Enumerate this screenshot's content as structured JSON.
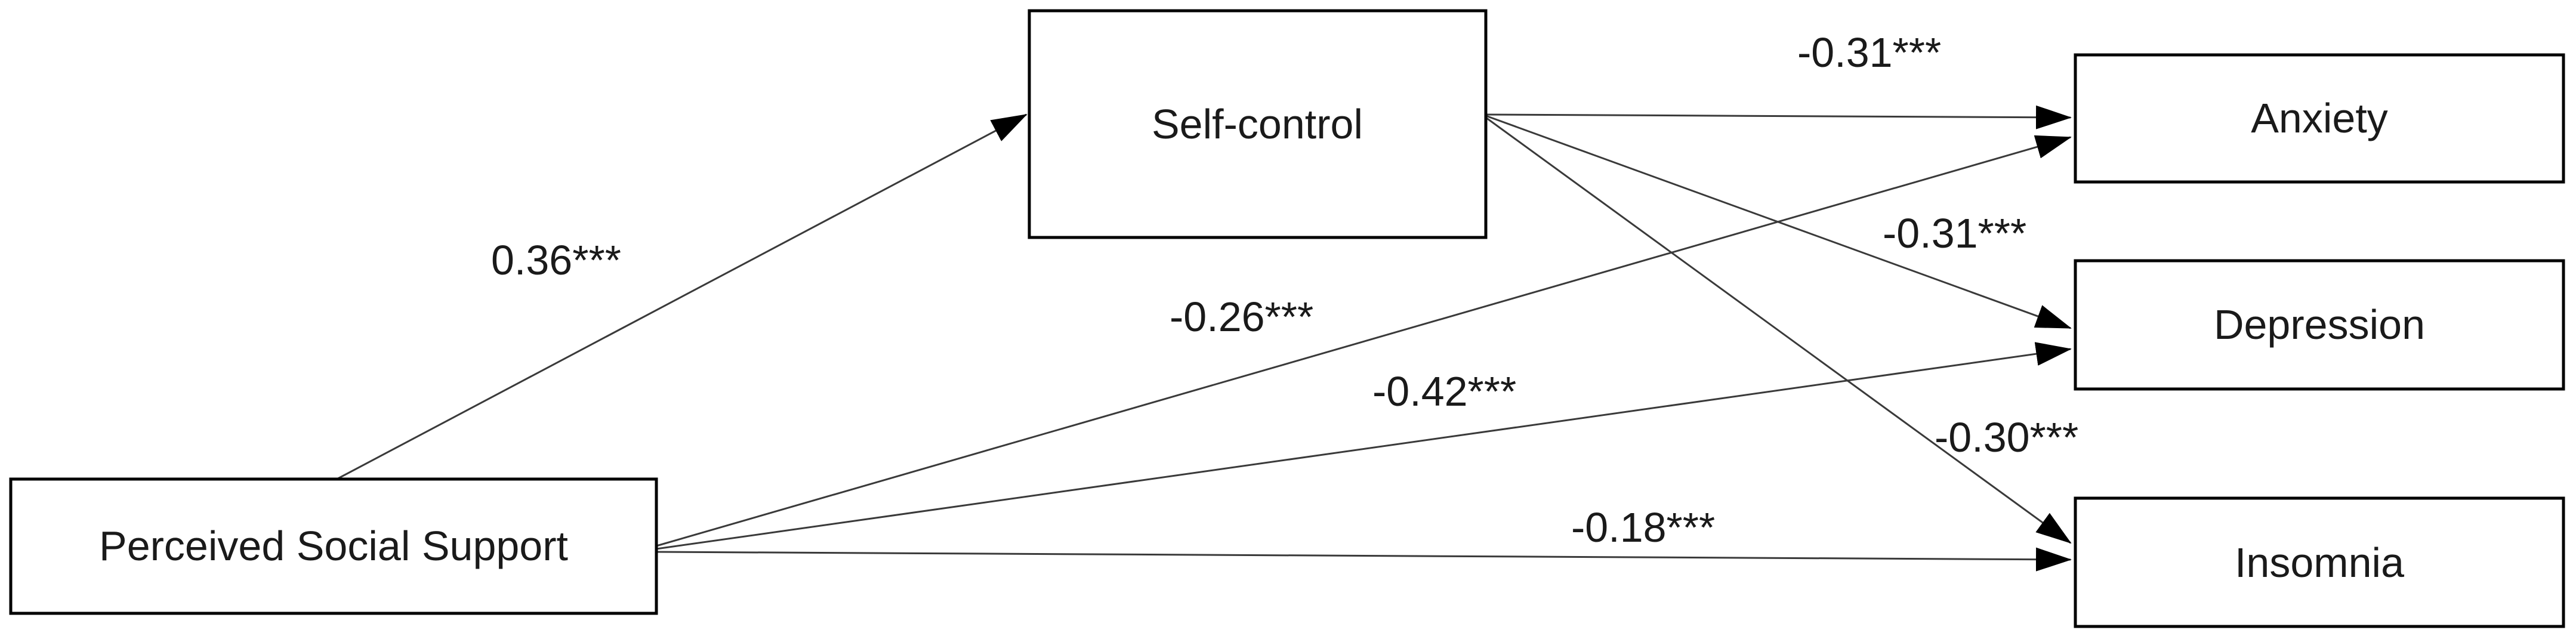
{
  "nodes": {
    "psp": {
      "label": "Perceived Social Support"
    },
    "sc": {
      "label": "Self-control"
    },
    "anx": {
      "label": "Anxiety"
    },
    "dep": {
      "label": "Depression"
    },
    "ins": {
      "label": "Insomnia"
    }
  },
  "edges": {
    "psp_sc": {
      "from": "Perceived Social Support",
      "to": "Self-control",
      "coefficient": "0.36***"
    },
    "sc_anx": {
      "from": "Self-control",
      "to": "Anxiety",
      "coefficient": "-0.31***"
    },
    "sc_dep": {
      "from": "Self-control",
      "to": "Depression",
      "coefficient": "-0.31***"
    },
    "sc_ins": {
      "from": "Self-control",
      "to": "Insomnia",
      "coefficient": "-0.30***"
    },
    "psp_anx": {
      "from": "Perceived Social Support",
      "to": "Anxiety",
      "coefficient": "-0.26***"
    },
    "psp_dep": {
      "from": "Perceived Social Support",
      "to": "Depression",
      "coefficient": "-0.42***"
    },
    "psp_ins": {
      "from": "Perceived Social Support",
      "to": "Insomnia",
      "coefficient": "-0.18***"
    }
  },
  "colors": {
    "box_border": "#000000",
    "arrow": "#3a3a3a",
    "text": "#1a1a1a",
    "background": "#ffffff"
  }
}
